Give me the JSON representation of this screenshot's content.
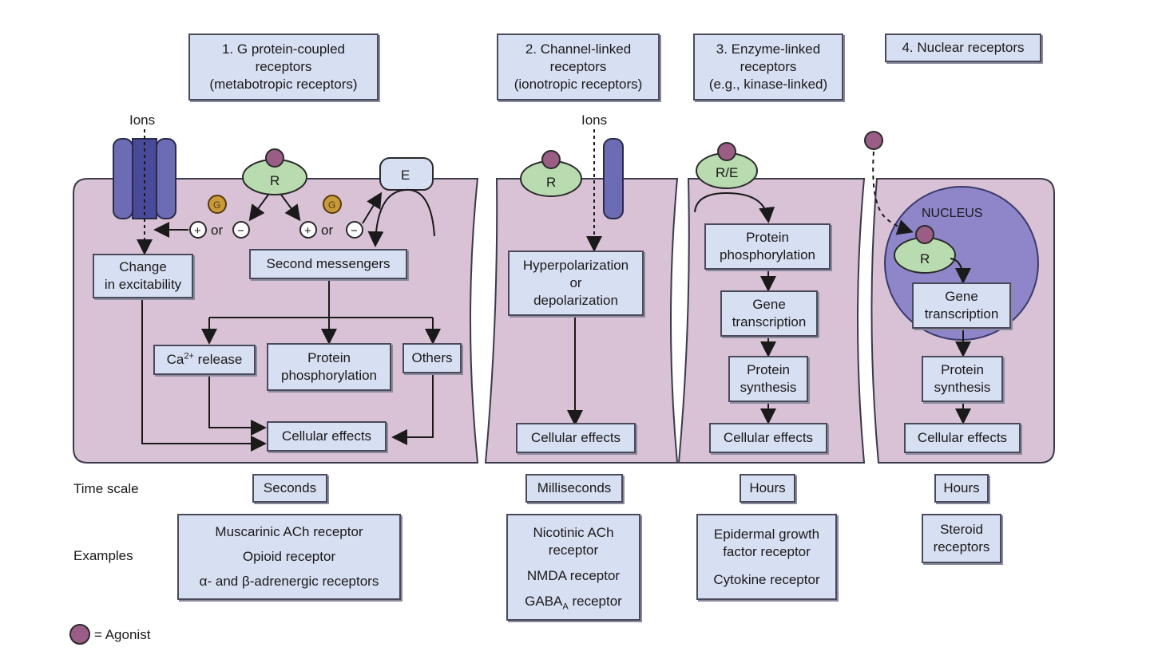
{
  "headers": {
    "gpcr": [
      "1. G protein-coupled",
      "receptors",
      "(metabotropic receptors)"
    ],
    "channel": [
      "2. Channel-linked",
      "receptors",
      "(ionotropic receptors)"
    ],
    "enzyme": [
      "3. Enzyme-linked",
      "receptors",
      "(e.g., kinase-linked)"
    ],
    "nuclear": [
      "4. Nuclear receptors"
    ]
  },
  "labels": {
    "ions": "Ions",
    "receptor": "R",
    "effector": "E",
    "receptor_enzyme": "R/E",
    "nucleus": "NUCLEUS",
    "or": "or",
    "plus": "+",
    "minus": "−",
    "g_symbol": "G",
    "time_scale": "Time scale",
    "examples": "Examples",
    "agonist_legend": "= Agonist"
  },
  "boxes": {
    "change_excitability": [
      "Change",
      "in excitability"
    ],
    "second_messengers": "Second  messengers",
    "ca_release_prefix": "Ca",
    "ca_release_sup": "2+",
    "ca_release_suffix": " release",
    "protein_phos_gpcr": [
      "Protein",
      "phosphorylation"
    ],
    "others": "Others",
    "cellular_effects_1": "Cellular effects",
    "hyper_depol": [
      "Hyperpolarization",
      "or",
      "depolarization"
    ],
    "cellular_effects_2": "Cellular effects",
    "protein_phos_enzyme": [
      "Protein",
      "phosphorylation"
    ],
    "gene_trans_enzyme": [
      "Gene",
      "transcription"
    ],
    "protein_synth_enzyme": [
      "Protein",
      "synthesis"
    ],
    "cellular_effects_3": "Cellular effects",
    "gene_trans_nuclear": [
      "Gene",
      "transcription"
    ],
    "protein_synth_nuclear": [
      "Protein",
      "synthesis"
    ],
    "cellular_effects_4": "Cellular effects"
  },
  "time_scale": {
    "gpcr": "Seconds",
    "channel": "Milliseconds",
    "enzyme": "Hours",
    "nuclear": "Hours"
  },
  "examples": {
    "gpcr": [
      "Muscarinic ACh receptor",
      "Opioid receptor",
      "α- and β-adrenergic receptors"
    ],
    "channel_1": [
      "Nicotinic ACh",
      "receptor"
    ],
    "channel_2": "NMDA receptor",
    "channel_3_prefix": "GABA",
    "channel_3_sub": "A",
    "channel_3_suffix": " receptor",
    "enzyme_1": [
      "Epidermal growth",
      "factor receptor"
    ],
    "enzyme_2": "Cytokine receptor",
    "nuclear": [
      "Steroid",
      "receptors"
    ]
  },
  "colors": {
    "cell": "#d9c2d6",
    "box": "#d7dff2",
    "receptor": "#b9dbb0",
    "channel": "#6c6cb4",
    "nucleus": "#8e86c8",
    "agonist": "#9a5e86",
    "g_protein": "#c79a3a"
  }
}
